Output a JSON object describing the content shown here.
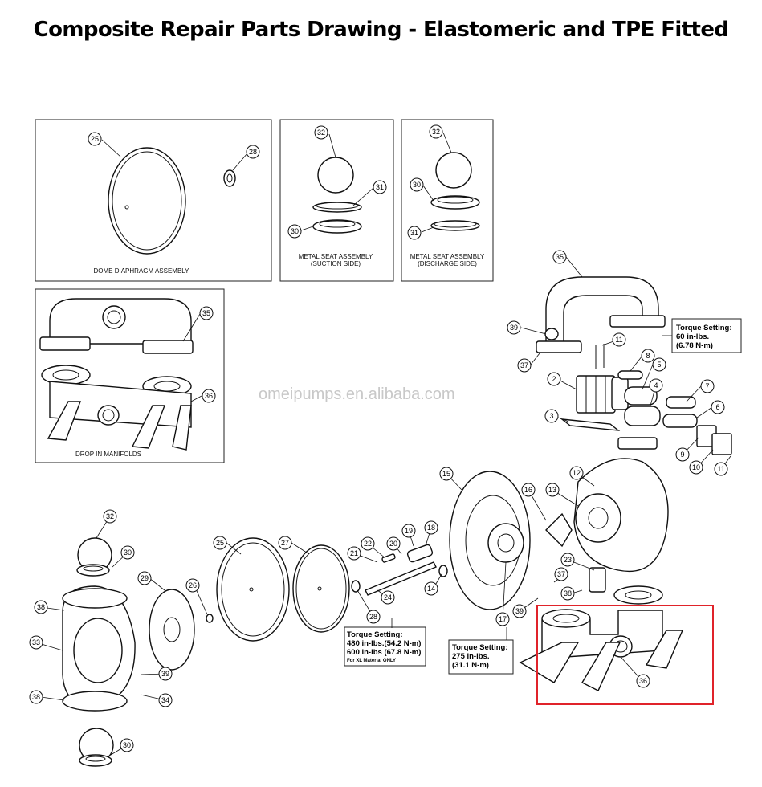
{
  "title": "Composite Repair Parts Drawing - Elastomeric and TPE Fitted",
  "watermark": "omeipumps.en.alibaba.com",
  "boxes": {
    "dome": "DOME DIAPHRAGM ASSEMBLY",
    "suction_l1": "METAL SEAT ASSEMBLY",
    "suction_l2": "(SUCTION SIDE)",
    "discharge_l1": "METAL SEAT ASSEMBLY",
    "discharge_l2": "(DISCHARGE SIDE)",
    "manifolds": "DROP IN MANIFOLDS"
  },
  "torque": {
    "t60_l1": "Torque Setting:",
    "t60_l2": "60 in-lbs.",
    "t60_l3": "(6.78 N-m)",
    "t480_l1": "Torque Setting:",
    "t480_l2": "480 in-lbs.(54.2 N-m)",
    "t480_l3": "600 in-lbs (67.8 N-m)",
    "t480_l4": "For XL Material ONLY",
    "t275_l1": "Torque Setting:",
    "t275_l2": "275 in-lbs.",
    "t275_l3": "(31.1 N-m)"
  },
  "labels": {
    "p25a": "25",
    "p28a": "28",
    "p32a": "32",
    "p31a": "31",
    "p30a": "30",
    "p32b": "32",
    "p30b": "30",
    "p31b": "31",
    "p35a": "35",
    "p36a": "36",
    "p35b": "35",
    "p39a": "39",
    "p37a": "37",
    "p11a": "11",
    "p8": "8",
    "p5": "5",
    "p2": "2",
    "p4": "4",
    "p7": "7",
    "p3": "3",
    "p6": "6",
    "p9": "9",
    "p10": "10",
    "p11b": "11",
    "p15": "15",
    "p12": "12",
    "p16": "16",
    "p13": "13",
    "p32c": "32",
    "p30c": "30",
    "p25b": "25",
    "p27": "27",
    "p22": "22",
    "p20": "20",
    "p19": "19",
    "p18": "18",
    "p21": "21",
    "p29": "29",
    "p26": "26",
    "p14": "14",
    "p24": "24",
    "p23": "23",
    "p37b": "37",
    "p38a": "38",
    "p38b": "38",
    "p28b": "28",
    "p17": "17",
    "p39b": "39",
    "p33": "33",
    "p39c": "39",
    "p34": "34",
    "p38c": "38",
    "p36b": "36",
    "p30d": "30"
  },
  "colors": {
    "highlight": "#e0232a",
    "line": "#111111",
    "watermark": "#c8c8c8"
  }
}
